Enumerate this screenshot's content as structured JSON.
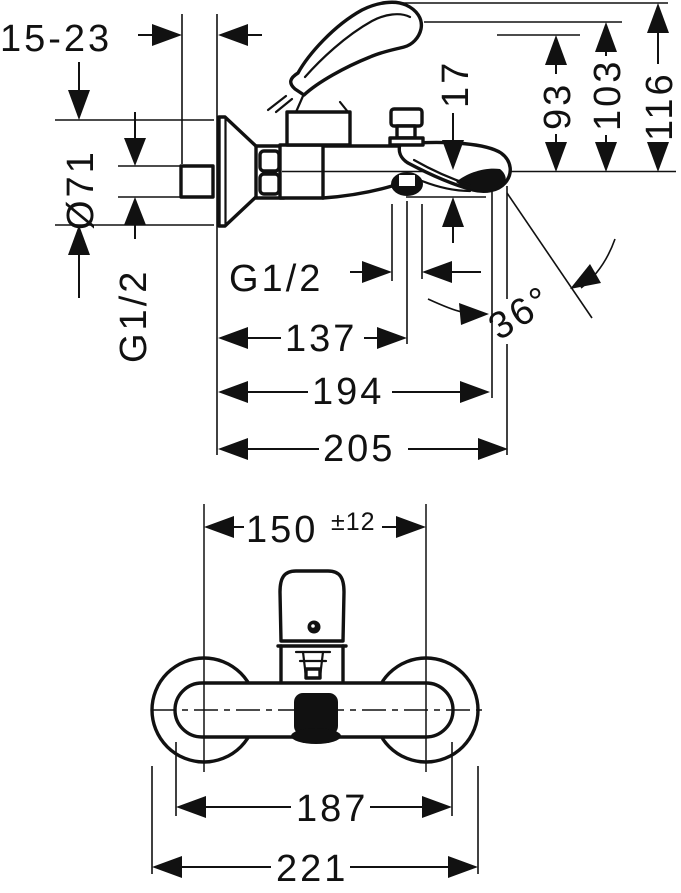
{
  "drawing": {
    "kind": "installation dimension drawing",
    "subject": "wall-mounted single-lever bath mixer",
    "background_color": "#ffffff",
    "line_color": "#111111"
  },
  "side_view": {
    "name": "side view with mounting dimensions",
    "dims": {
      "wall_depth": "15-23",
      "escutcheon_diameter": "Ø71",
      "inlet_thread": "G1/2",
      "outlet_thread": "G1/2",
      "spout_drop": "17",
      "height_93": "93",
      "height_103": "103",
      "height_116": "116",
      "outlet_center_reach": "137",
      "reach_194": "194",
      "overall_reach": "205",
      "spout_angle": "36°"
    }
  },
  "front_view": {
    "name": "front view with width dimensions",
    "dims": {
      "connection_centers": "150",
      "connection_tolerance": "±12",
      "body_width": "187",
      "overall_width": "221"
    }
  }
}
